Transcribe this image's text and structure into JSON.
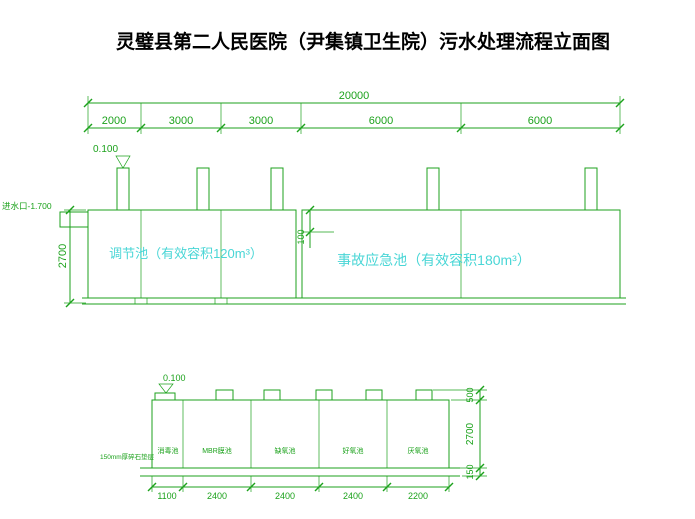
{
  "title": "灵璧县第二人民医院（尹集镇卫生院）污水处理流程立面图",
  "colors": {
    "line_green": "#1ca21c",
    "label_cyan": "#49d6d6",
    "title_black": "#000000",
    "background": "#ffffff"
  },
  "upper": {
    "total_dim": "20000",
    "segments": [
      "2000",
      "3000",
      "3000",
      "6000",
      "6000"
    ],
    "elevation": "0.100",
    "inlet": "进水口-1.700",
    "depth": "2700",
    "freeboard": "100",
    "tank1": "调节池（有效容积120m³）",
    "tank2": "事故应急池（有效容积180m³）"
  },
  "lower": {
    "elevation": "0.100",
    "compartments": [
      "消毒池",
      "MBR膜池",
      "缺氧池",
      "好氧池",
      "厌氧池"
    ],
    "base_note": "150mm厚碎石垫层",
    "widths": [
      "1100",
      "2400",
      "2400",
      "2400",
      "2200"
    ],
    "heights": [
      "500",
      "2700",
      "150"
    ]
  }
}
